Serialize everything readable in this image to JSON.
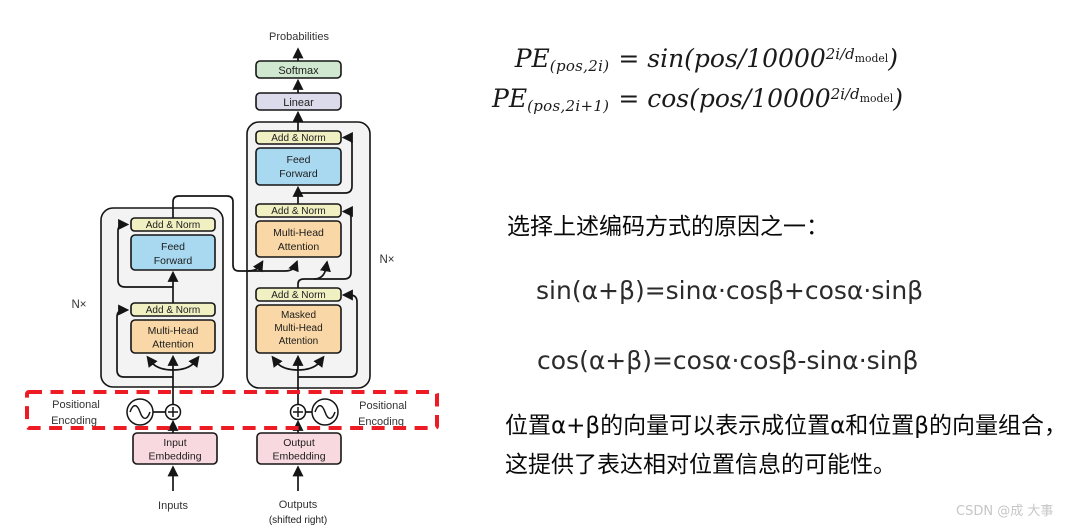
{
  "diagram": {
    "boxes": {
      "softmax": "Softmax",
      "linear": "Linear",
      "add_norm": "Add & Norm",
      "feed_forward": [
        "Feed",
        "Forward"
      ],
      "multi_head_attention": [
        "Multi-Head",
        "Attention"
      ],
      "masked_multi_head_attention": [
        "Masked",
        "Multi-Head",
        "Attention"
      ],
      "input_embedding": [
        "Input",
        "Embedding"
      ],
      "output_embedding": [
        "Output",
        "Embedding"
      ]
    },
    "labels": {
      "probabilities": "Probabilities",
      "n_times": "N×",
      "positional_encoding": [
        "Positional",
        "Encoding"
      ],
      "inputs": "Inputs",
      "outputs": "Outputs",
      "outputs_note": "(shifted right)"
    },
    "icons": {
      "sine_wave_icon": "sine-wave-in-circle",
      "plus_icon": "plus-in-circle"
    },
    "colors": {
      "add_norm_yellow": "#f0f0c2",
      "feed_forward_blue": "#a8d9f0",
      "attention_orange": "#f9d7a6",
      "softmax_green": "#cfe8cf",
      "linear_purple": "#dbdbeb",
      "embedding_pink": "#f9d9e0",
      "container_gray": "#f3f3f3",
      "highlight_red": "#ed1c24",
      "line_black": "#151515"
    }
  },
  "formulas": {
    "pe_sin": {
      "lhs": "PE",
      "lhs_sub": "(pos,2i)",
      "rhs": "= sin(pos/10000",
      "exp": "2i/d",
      "exp_sub": "model",
      "close": ")"
    },
    "pe_cos": {
      "lhs": "PE",
      "lhs_sub": "(pos,2i+1)",
      "rhs": "= cos(pos/10000",
      "exp": "2i/d",
      "exp_sub": "model",
      "close": ")"
    }
  },
  "notes": {
    "reason": "选择上述编码方式的原因之一：",
    "identity_sin": "sin(α+β)=sinα·cosβ+cosα·sinβ",
    "identity_cos": "cos(α+β)=cosα·cosβ-sinα·sinβ",
    "conclusion_line1": "位置α+β的向量可以表示成位置α和位置β的向量组合，",
    "conclusion_line2": "这提供了表达相对位置信息的可能性。"
  },
  "watermark": "CSDN @成 大事"
}
